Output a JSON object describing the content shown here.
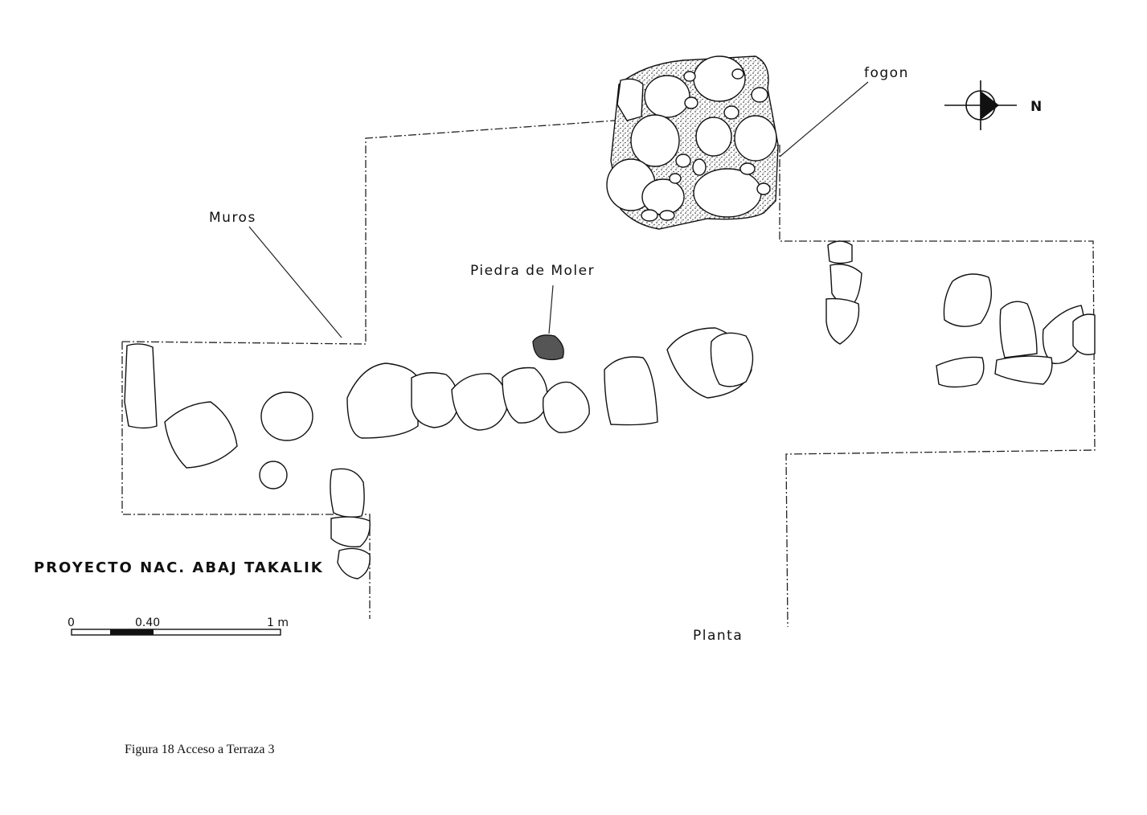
{
  "labels": {
    "fogon": "fogon",
    "muros": "Muros",
    "piedra_de_moler": "Piedra de Moler",
    "planta": "Planta",
    "north": "N"
  },
  "project_title": "PROYECTO NAC. ABAJ TAKALIK",
  "scale_bar": {
    "tick_0": "0",
    "tick_mid": "0.40",
    "tick_end": "1 m"
  },
  "caption": "Figura 18 Acceso a Terraza 3",
  "colors": {
    "ink": "#111111",
    "background": "#ffffff"
  }
}
